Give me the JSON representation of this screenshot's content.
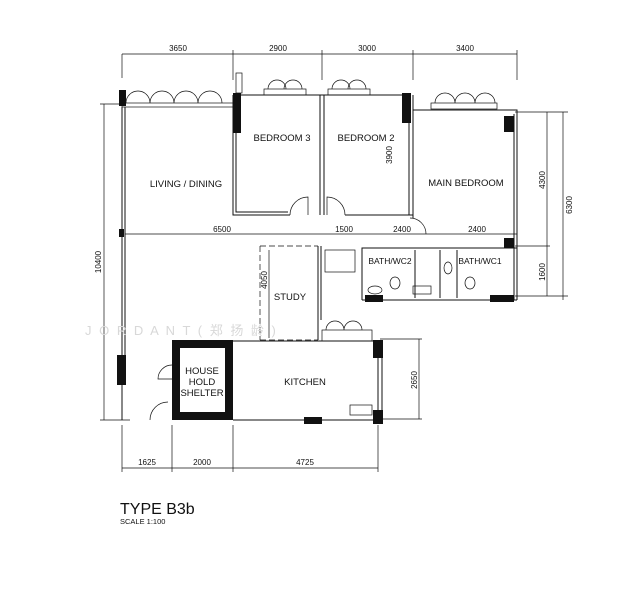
{
  "plan": {
    "title": "TYPE  B3b",
    "scale": "SCALE 1:100",
    "watermark": "J  O  R  D  A  N  T      (  郑  扬  龄  )"
  },
  "rooms": {
    "living_dining": "LIVING  /  DINING",
    "bedroom3": "BEDROOM  3",
    "bedroom2": "BEDROOM  2",
    "main_bedroom": "MAIN  BEDROOM",
    "bath_wc2": "BATH/WC2",
    "bath_wc1": "BATH/WC1",
    "study": "STUDY",
    "kitchen": "KITCHEN",
    "shelter_line1": "HOUSE",
    "shelter_line2": "HOLD",
    "shelter_line3": "SHELTER"
  },
  "dimensions": {
    "top": [
      "3650",
      "2900",
      "3000",
      "3400"
    ],
    "bottom": [
      "1625",
      "2000",
      "4725"
    ],
    "left_total": "10400",
    "right_upper": "4300",
    "right_lower": "1600",
    "right_total": "6300",
    "kitchen_right": "2650",
    "study_height": "4050",
    "bedroom2_depth": "3900",
    "living_width": "6500",
    "mid_1500": "1500",
    "bath2_width": "2400",
    "bath1_width": "2400"
  }
}
